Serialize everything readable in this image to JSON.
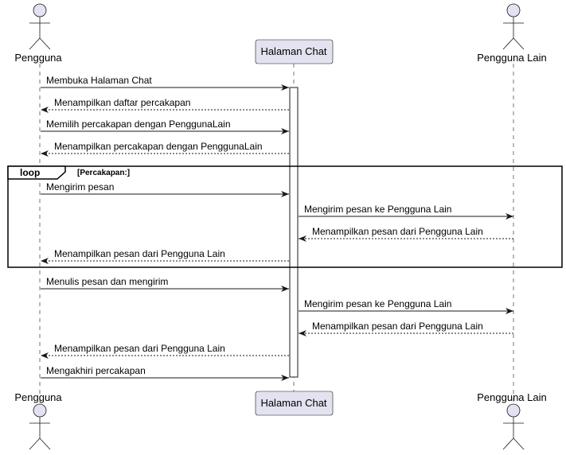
{
  "participants": {
    "user": "Pengguna",
    "chat_page": "Halaman Chat",
    "other_user": "Pengguna Lain"
  },
  "colors": {
    "participant_fill": "#e2e2f0",
    "participant_stroke": "#181818",
    "lifeline": "#181818",
    "activation_fill": "#ffffff"
  },
  "loop": {
    "keyword": "loop",
    "condition": "[Percakapan:]"
  },
  "messages": [
    {
      "text": "Membuka Halaman Chat",
      "from": "user",
      "to": "chat_page",
      "style": "solid"
    },
    {
      "text": "Menampilkan daftar percakapan",
      "from": "chat_page",
      "to": "user",
      "style": "dashed"
    },
    {
      "text": "Memilih percakapan dengan PenggunaLain",
      "from": "user",
      "to": "chat_page",
      "style": "solid"
    },
    {
      "text": "Menampilkan percakapan dengan PenggunaLain",
      "from": "chat_page",
      "to": "user",
      "style": "dashed"
    },
    {
      "text": "Mengirim pesan",
      "from": "user",
      "to": "chat_page",
      "style": "solid"
    },
    {
      "text": "Mengirim pesan ke Pengguna Lain",
      "from": "chat_page",
      "to": "other_user",
      "style": "solid"
    },
    {
      "text": "Menampilkan pesan dari Pengguna Lain",
      "from": "other_user",
      "to": "chat_page",
      "style": "dashed"
    },
    {
      "text": "Menampilkan pesan dari Pengguna Lain",
      "from": "chat_page",
      "to": "user",
      "style": "dashed"
    },
    {
      "text": "Menulis pesan dan mengirim",
      "from": "user",
      "to": "chat_page",
      "style": "solid"
    },
    {
      "text": "Mengirim pesan ke Pengguna Lain",
      "from": "chat_page",
      "to": "other_user",
      "style": "solid"
    },
    {
      "text": "Menampilkan pesan dari Pengguna Lain",
      "from": "other_user",
      "to": "chat_page",
      "style": "dashed"
    },
    {
      "text": "Menampilkan pesan dari Pengguna Lain",
      "from": "chat_page",
      "to": "user",
      "style": "dashed"
    },
    {
      "text": "Mengakhiri percakapan",
      "from": "user",
      "to": "chat_page",
      "style": "solid"
    }
  ]
}
